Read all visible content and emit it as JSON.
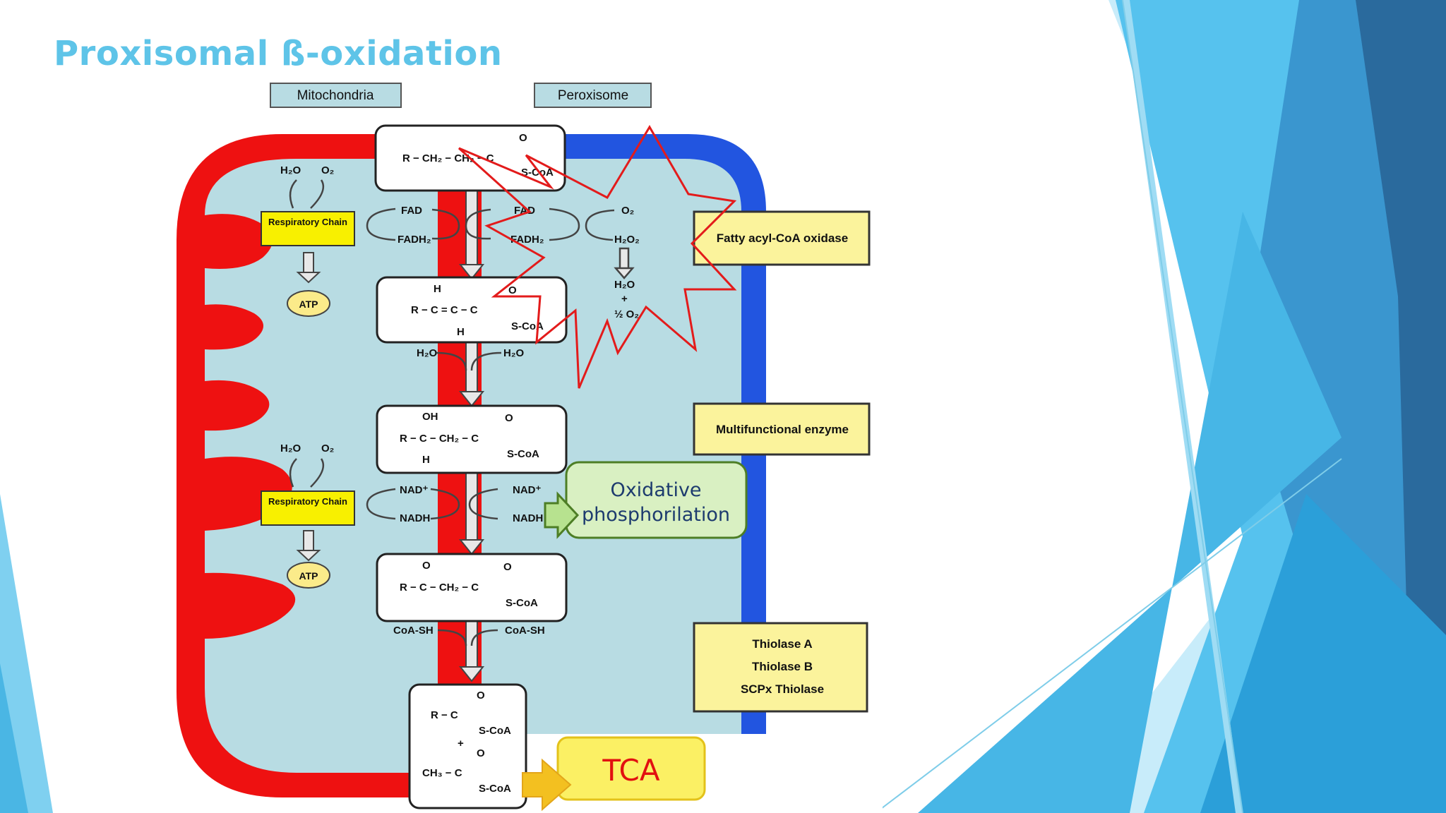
{
  "slide": {
    "title": "Proxisomal ß-oxidation"
  },
  "diagram": {
    "compartments": {
      "mitochondria": "Mitochondria",
      "peroxisome": "Peroxisome"
    },
    "respiratory_chain": "Respiratory Chain",
    "atp": "ATP",
    "water": "H₂O",
    "oxygen": "O₂",
    "h2o2": "H₂O₂",
    "half_o2": "½ O₂",
    "plus": "+",
    "fad": "FAD",
    "fadh2": "FADH₂",
    "nad": "NAD⁺",
    "nadh": "NADH",
    "coash": "CoA-SH",
    "scoa": "S-CoA",
    "enzymes": {
      "oxidase": "Fatty acyl-CoA oxidase",
      "multifunctional": "Multifunctional enzyme",
      "thiolase_a": "Thiolase A",
      "thiolase_b": "Thiolase B",
      "scpx": "SCPx Thiolase"
    },
    "intermediates": {
      "acyl_coa": "R − CH₂ − CH₂ − C",
      "enoyl_top": "H",
      "enoyl": "R − C = C − C",
      "enoyl_bottom": "H",
      "hydroxyacyl_top": "OH",
      "hydroxyacyl": "R − C − CH₂ − C",
      "hydroxyacyl_bottom": "H",
      "ketoacyl_top": "O",
      "ketoacyl": "R − C − CH₂ − C",
      "product_acyl": "R − C",
      "product_acetyl": "CH₃ − C",
      "carbonyl_o": "O"
    },
    "callouts": {
      "oxphos_line1": "Oxidative",
      "oxphos_line2": "phosphorilation",
      "tca": "TCA"
    },
    "colors": {
      "mitochondria": "#ee1111",
      "peroxisome": "#2255e0",
      "matrix": "#b8dce3",
      "enzyme_box": "#fbf39c",
      "chain_box": "#f8f000",
      "atp": "#fbeb8a",
      "oxphos_fill": "#d9f0c2",
      "oxphos_border": "#4d7e25",
      "tca_fill": "#fbf064",
      "tca_text": "#e21010",
      "title": "#5ec4e8",
      "burst": "#e31b1b"
    }
  }
}
